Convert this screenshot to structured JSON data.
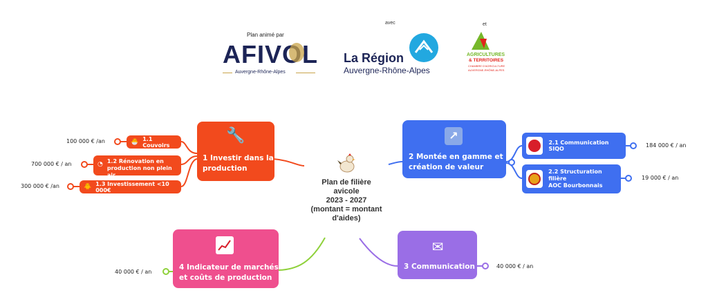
{
  "header": {
    "plan_anime_par": "Plan animé par",
    "afivol_logo": "AFIVOL",
    "afivol_region": "Auvergne-Rhône-Alpes",
    "avec": "avec",
    "region_line1": "La Région",
    "region_line2": "Auvergne-Rhône-Alpes",
    "et": "et",
    "chambre_line1": "AGRICULTURES",
    "chambre_line2": "& TERRITOIRES",
    "chambre_line3": "CHAMBRE D'AGRICULTURE",
    "chambre_line4": "AUVERGNE-RHÔNE-ALPES"
  },
  "center": {
    "icon": "rooster-icon",
    "line1": "Plan de filière",
    "line2": "avicole",
    "line3": "2023 - 2027",
    "line4": "(montant = montant",
    "line5": "d'aides)"
  },
  "branches": {
    "b1": {
      "icon": "wrench-icon",
      "line1": "1 Investir dans la",
      "line2": "production",
      "color": "#f24a1d"
    },
    "b2": {
      "icon": "arrow-upright-icon",
      "line1": "2 Montée en gamme et",
      "line2": "création de valeur",
      "color": "#3f6ff0"
    },
    "b3": {
      "icon": "envelope-icon",
      "label": "3 Communication",
      "amount": "40 000 € / an",
      "color": "#9a6ee6"
    },
    "b4": {
      "icon": "chart-up-icon",
      "line1": "4 Indicateur de marchés",
      "line2": "et coûts de production",
      "amount": "40 000 € / an",
      "color": "#ef4f8e"
    }
  },
  "sub": {
    "s11": {
      "label": "1.1 Couvoirs",
      "amount": "100 000 € /an"
    },
    "s12": {
      "line1": "1.2 Rénovation en",
      "line2": "production non plein air",
      "amount": "700 000 € / an"
    },
    "s13": {
      "label": "1.3 Investissement <10 000€",
      "amount": "300 000 € /an"
    },
    "s21": {
      "label": "2.1 Communication SIQO",
      "amount": "184 000 € / an"
    },
    "s22": {
      "line1": "2.2 Structuration filière",
      "line2": "AOC Bourbonnais",
      "amount": "19 000 € / an"
    }
  },
  "colors": {
    "orange": "#f24a1d",
    "blue": "#3f6ff0",
    "purple": "#9a6ee6",
    "pink": "#ef4f8e",
    "green": "#8fd13b"
  }
}
